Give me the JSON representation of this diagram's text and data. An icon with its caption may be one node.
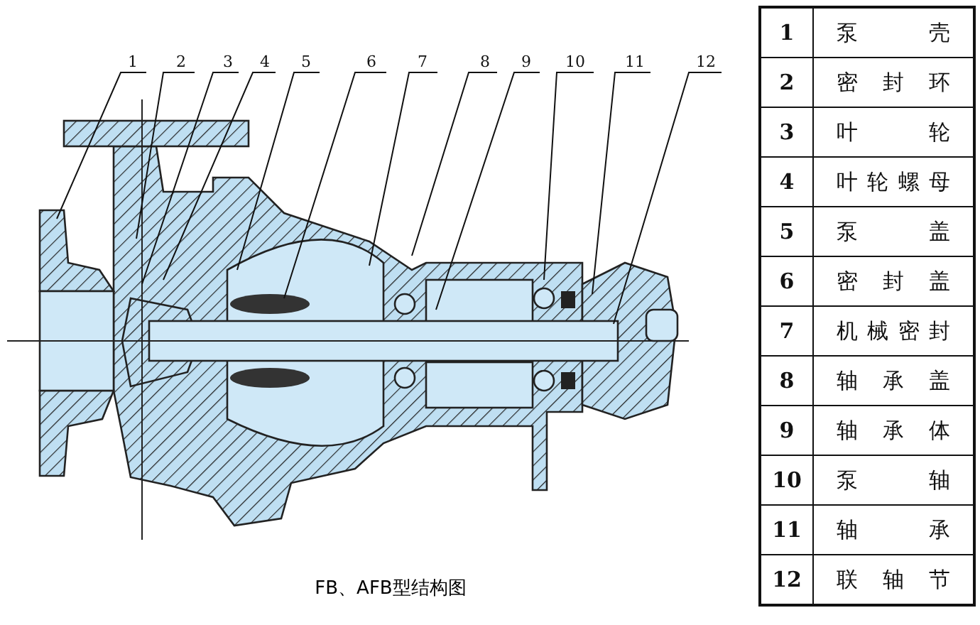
{
  "diagram": {
    "caption": "FB、AFB型结构图",
    "nodes": [
      {
        "text": [
          "1"
        ]
      },
      {
        "text": [
          "2"
        ]
      },
      {
        "text": [
          "3"
        ]
      },
      {
        "text": [
          "4"
        ]
      },
      {
        "text": [
          "5"
        ]
      },
      {
        "text": [
          "6"
        ]
      },
      {
        "text": [
          "7"
        ]
      },
      {
        "text": [
          "8"
        ]
      },
      {
        "text": [
          "9"
        ]
      },
      {
        "text": [
          "10"
        ]
      },
      {
        "text": [
          "11"
        ]
      },
      {
        "text": [
          "12"
        ]
      }
    ],
    "edges": [
      {
        "from": 0,
        "to": null,
        "arrow": "none"
      },
      {
        "from": 1,
        "to": null,
        "arrow": "none"
      },
      {
        "from": 2,
        "to": null,
        "arrow": "none"
      },
      {
        "from": 3,
        "to": null,
        "arrow": "none"
      },
      {
        "from": 4,
        "to": null,
        "arrow": "none"
      },
      {
        "from": 5,
        "to": null,
        "arrow": "none"
      },
      {
        "from": 6,
        "to": null,
        "arrow": "none"
      },
      {
        "from": 7,
        "to": null,
        "arrow": "none"
      },
      {
        "from": 8,
        "to": null,
        "arrow": "none"
      },
      {
        "from": 9,
        "to": null,
        "arrow": "none"
      },
      {
        "from": 10,
        "to": null,
        "arrow": "none"
      },
      {
        "from": 11,
        "to": null,
        "arrow": "none"
      }
    ],
    "labels": [
      "1",
      "泵壳",
      "2",
      "密封环",
      "3",
      "叶轮",
      "4",
      "叶轮螺母",
      "5",
      "泵盖",
      "6",
      "密封盖",
      "7",
      "机械密封",
      "8",
      "轴承盖",
      "9",
      "轴承体",
      "10",
      "泵轴",
      "11",
      "轴承",
      "12",
      "联轴节"
    ]
  }
}
